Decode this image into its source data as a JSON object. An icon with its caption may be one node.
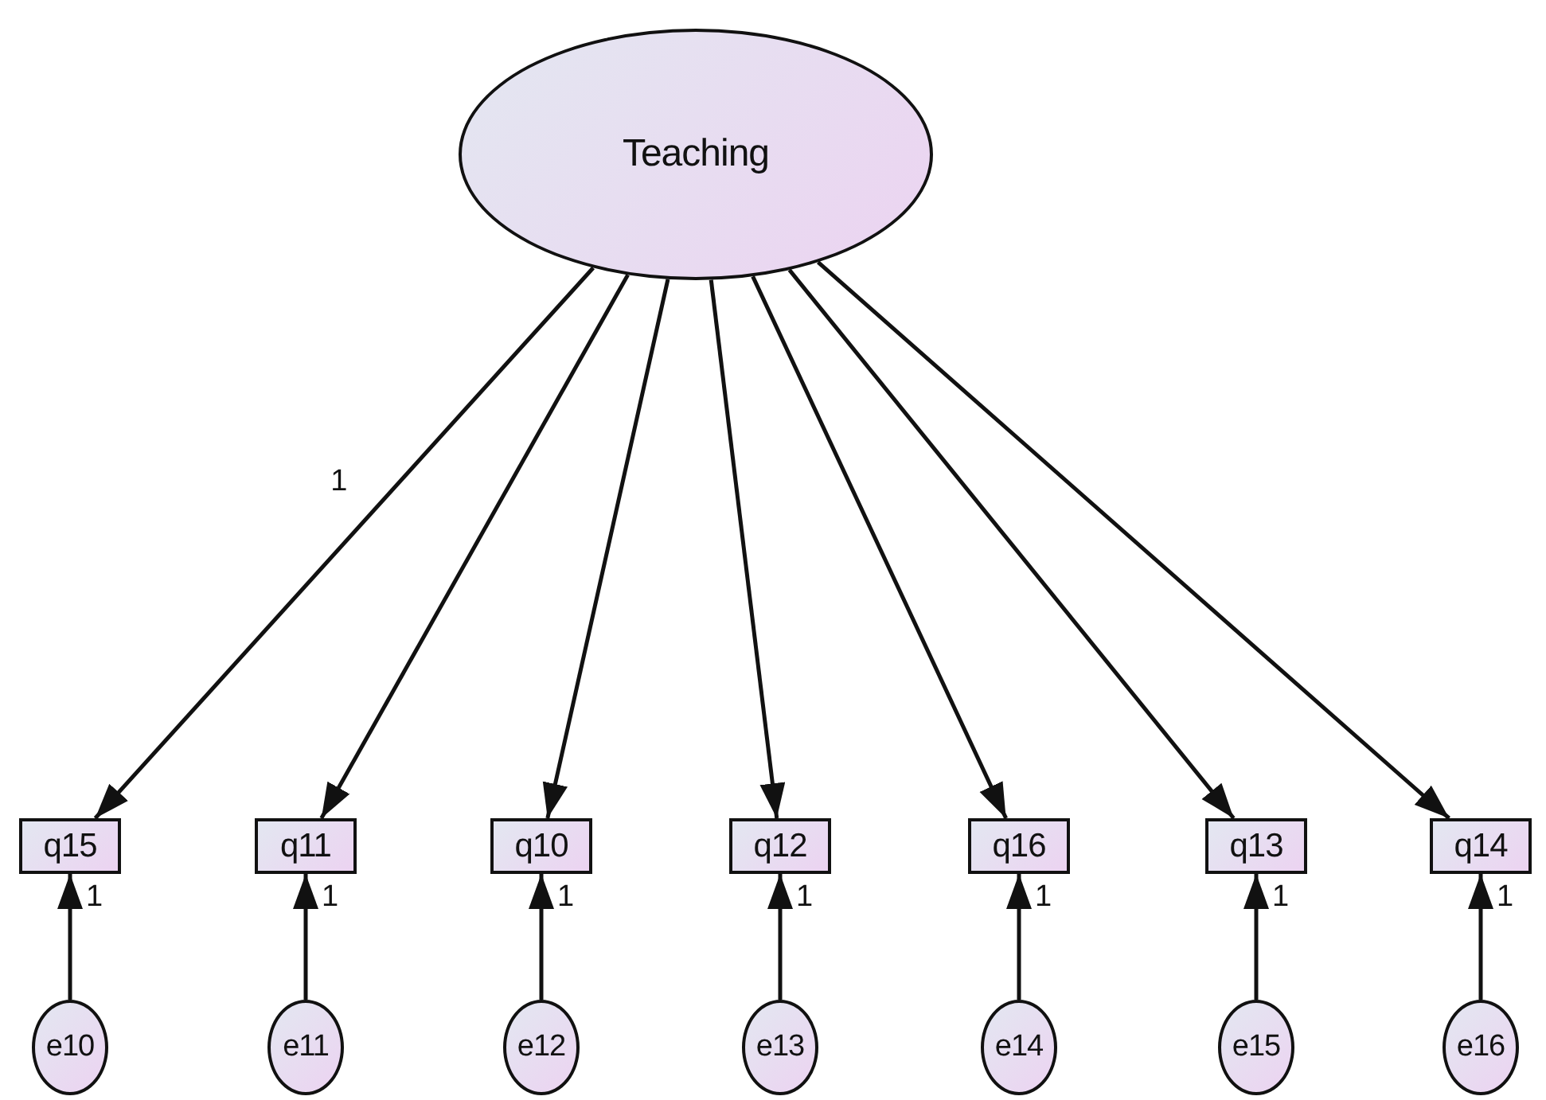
{
  "diagram": {
    "nodes": [
      {
        "text": [
          "Teaching"
        ]
      },
      {
        "text": [
          "q15"
        ]
      },
      {
        "text": [
          "q11"
        ]
      },
      {
        "text": [
          "q10"
        ]
      },
      {
        "text": [
          "q12"
        ]
      },
      {
        "text": [
          "q16"
        ]
      },
      {
        "text": [
          "q13"
        ]
      },
      {
        "text": [
          "q14"
        ]
      },
      {
        "text": [
          "e10"
        ]
      },
      {
        "text": [
          "e11"
        ]
      },
      {
        "text": [
          "e12"
        ]
      },
      {
        "text": [
          "e13"
        ]
      },
      {
        "text": [
          "e14"
        ]
      },
      {
        "text": [
          "e15"
        ]
      },
      {
        "text": [
          "e16"
        ]
      }
    ],
    "edges": [
      {
        "from": 0,
        "to": 1,
        "arrow": "to",
        "label": "1"
      },
      {
        "from": 0,
        "to": 2,
        "arrow": "to"
      },
      {
        "from": 0,
        "to": 3,
        "arrow": "to"
      },
      {
        "from": 0,
        "to": 4,
        "arrow": "to"
      },
      {
        "from": 0,
        "to": 5,
        "arrow": "to"
      },
      {
        "from": 0,
        "to": 6,
        "arrow": "to"
      },
      {
        "from": 0,
        "to": 7,
        "arrow": "to"
      },
      {
        "from": 8,
        "to": 1,
        "arrow": "to",
        "label": "1"
      },
      {
        "from": 9,
        "to": 2,
        "arrow": "to",
        "label": "1"
      },
      {
        "from": 10,
        "to": 3,
        "arrow": "to",
        "label": "1"
      },
      {
        "from": 11,
        "to": 4,
        "arrow": "to",
        "label": "1"
      },
      {
        "from": 12,
        "to": 5,
        "arrow": "to",
        "label": "1"
      },
      {
        "from": 13,
        "to": 6,
        "arrow": "to",
        "label": "1"
      },
      {
        "from": 14,
        "to": 7,
        "arrow": "to",
        "label": "1"
      }
    ]
  }
}
